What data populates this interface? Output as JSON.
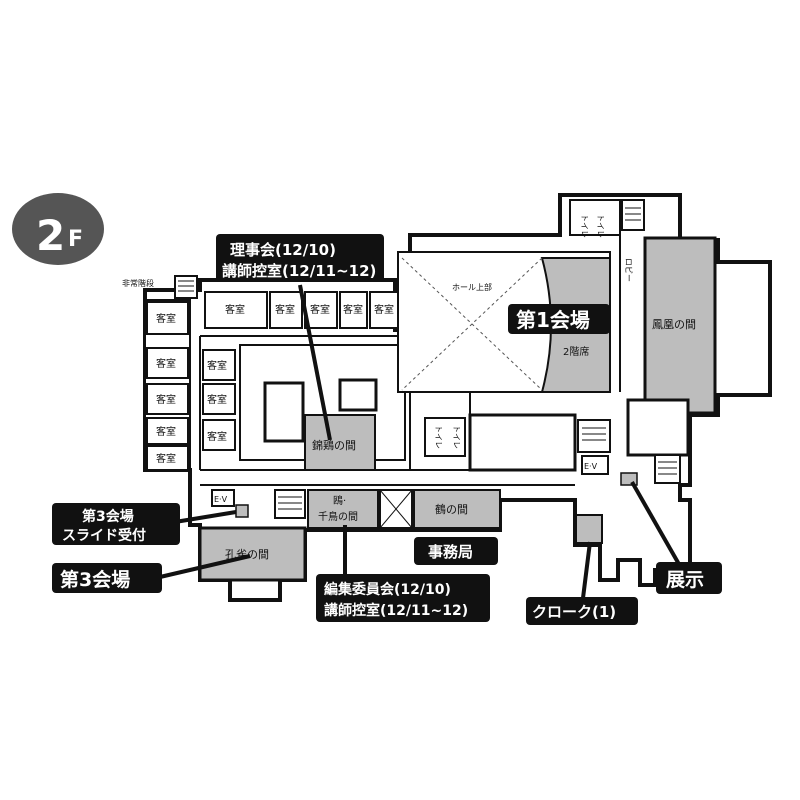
{
  "floor": {
    "number": "2",
    "suffix": "F",
    "color": "#555555"
  },
  "colors": {
    "wall": "#111111",
    "room_fill": "#ffffff",
    "highlight_fill": "#bdbdbd",
    "callout_fill": "#111111",
    "callout_text": "#ffffff"
  },
  "labels": {
    "emergency_stairs": "非常階段",
    "guest_room": "客室",
    "kinkei": "錦鶏の間",
    "hall_upper": "ホール上部",
    "second_floor_seats": "2階席",
    "houou": "鳳凰の間",
    "lobby": "ロビー",
    "toilet": "トイレ",
    "ev": "E·V",
    "kujaku": "孔雀の間",
    "kamome_line1": "鴎·",
    "kamome_line2": "千鳥の間",
    "tsuru": "鶴の間"
  },
  "callouts": {
    "hall1": "第1会場",
    "board_line1": "理事会(12/10)",
    "board_line2": "講師控室(12/11~12)",
    "slide_line1": "第3会場",
    "slide_line2": "スライド受付",
    "hall3": "第3会場",
    "office": "事務局",
    "editorial_line1": "編集委員会(12/10)",
    "editorial_line2": "講師控室(12/11~12)",
    "cloak": "クローク(1)",
    "exhibit": "展示"
  }
}
